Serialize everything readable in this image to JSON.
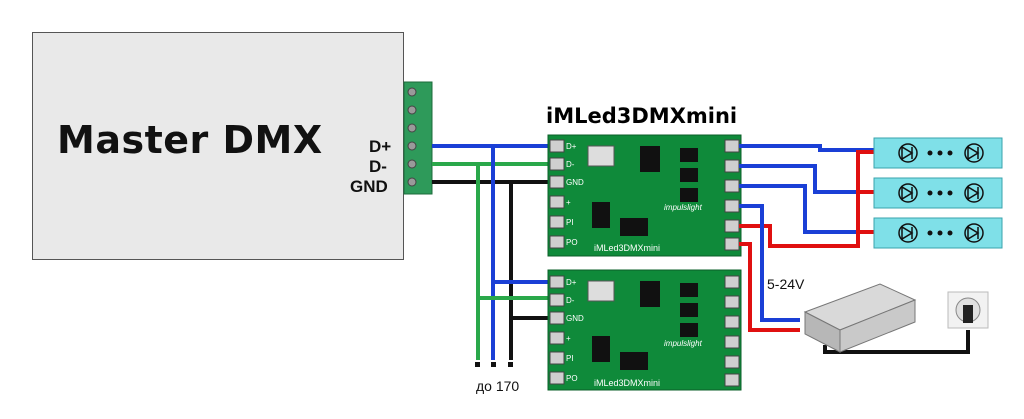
{
  "master": {
    "title": "Master DMX",
    "pins": [
      "D+",
      "D-",
      "GND"
    ]
  },
  "device": {
    "title": "iMLed3DMXmini",
    "board_label": "iMLed3DMXmini",
    "brand": "impulslight",
    "left_pins": [
      "D+",
      "D-",
      "GND",
      "+",
      "PI",
      "PO"
    ]
  },
  "power": {
    "voltage_label": "5-24V"
  },
  "chain_note": "до 170",
  "colors": {
    "d_plus": "#1a3fd6",
    "d_minus": "#2aa84a",
    "gnd": "#111111",
    "power": "#e01010",
    "board": "#0f8a3a",
    "led_strip": "#7fe0e8"
  }
}
